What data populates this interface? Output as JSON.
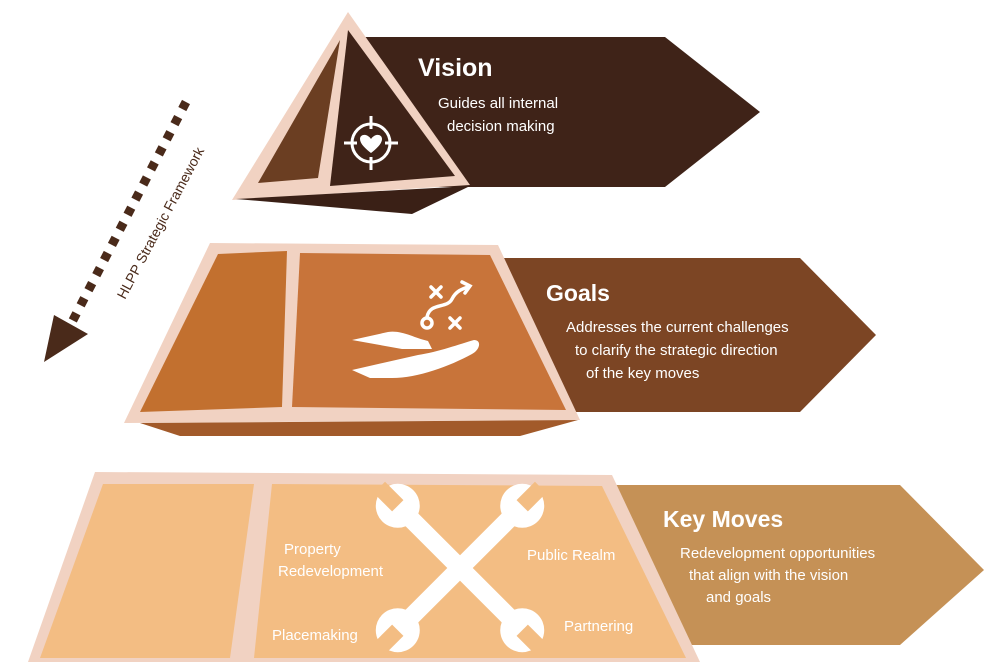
{
  "side_label": "HLPP Strategic Framework",
  "tiers": [
    {
      "title": "Vision",
      "lines": [
        "Guides all internal",
        "decision making"
      ],
      "icon": "heart-target-icon",
      "color": "#3f2318"
    },
    {
      "title": "Goals",
      "lines": [
        "Addresses the current challenges",
        "to clarify the strategic direction",
        "of the key moves"
      ],
      "icon": "strategy-hand-icon",
      "color": "#7c4524"
    },
    {
      "title": "Key Moves",
      "lines": [
        "Redevelopment opportunities",
        "that align with the vision",
        "and goals"
      ],
      "icon": "crossed-wrenches-icon",
      "color": "#c59156"
    }
  ],
  "key_moves_labels": {
    "property": [
      "Property",
      "Redevelopment"
    ],
    "public_realm": "Public Realm",
    "placemaking": "Placemaking",
    "partnering": "Partnering"
  },
  "colors": {
    "outline": "#f1d2c2",
    "vision_dark": "#3f2318",
    "goals_face": "#c8743a",
    "keymoves_face": "#f3bd83",
    "arrow_dots": "#4a2a1a"
  }
}
